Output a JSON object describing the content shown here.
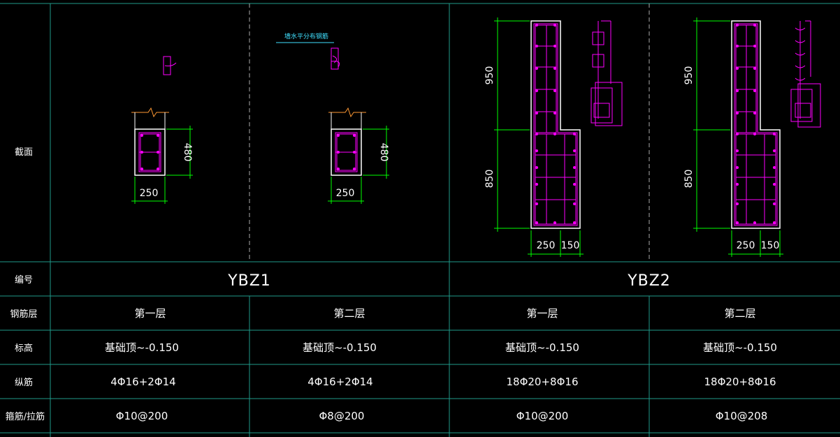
{
  "row_labels": {
    "section": "截面",
    "number": "编号",
    "rebar_layer": "钢筋层",
    "elevation": "标高",
    "longitudinal": "纵筋",
    "stirrup": "箍筋/拉筋"
  },
  "marks": {
    "ybz1": "YBZ1",
    "ybz2": "YBZ2"
  },
  "columns": [
    {
      "layer": "第一层",
      "elevation": "基础顶~-0.150",
      "longitudinal": "4Φ16+2Φ14",
      "stirrup": "Φ10@200"
    },
    {
      "layer": "第二层",
      "elevation": "基础顶~-0.150",
      "longitudinal": "4Φ16+2Φ14",
      "stirrup": "Φ8@200"
    },
    {
      "layer": "第一层",
      "elevation": "基础顶~-0.150",
      "longitudinal": "18Φ20+8Φ16",
      "stirrup": "Φ10@200"
    },
    {
      "layer": "第二层",
      "elevation": "基础顶~-0.150",
      "longitudinal": "18Φ20+8Φ16",
      "stirrup": "Φ10@208"
    }
  ],
  "dims": {
    "ybz1_width": "250",
    "ybz1_height": "480",
    "ybz2_upper": "950",
    "ybz2_lower": "850",
    "ybz2_w1": "250",
    "ybz2_w2": "150"
  },
  "note": "墙水平分布钢筋",
  "colors": {
    "grid": "#1f9a8a",
    "outline": "#ffffff",
    "rebar": "#ff00ff",
    "dimension": "#00ff00",
    "note": "#40e0ff",
    "break": "#ff9933"
  }
}
